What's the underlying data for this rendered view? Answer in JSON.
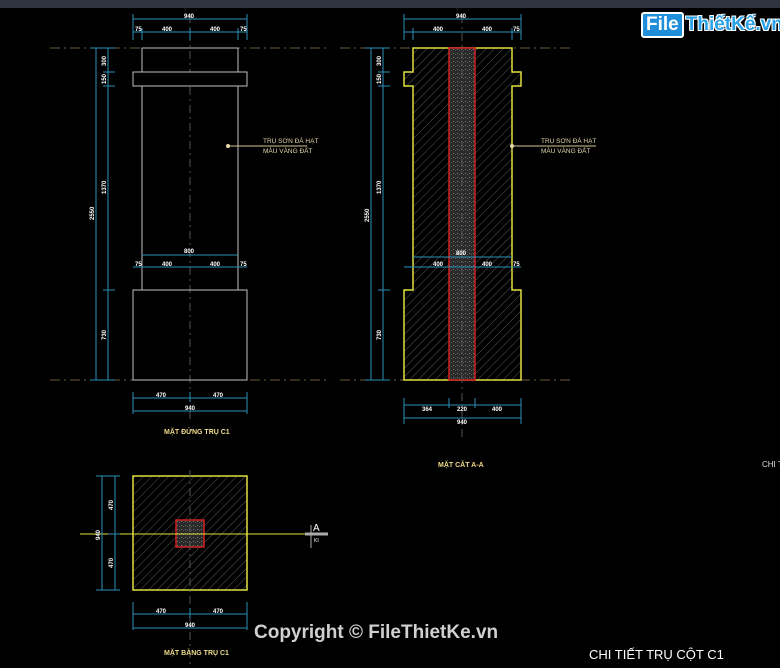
{
  "logo": {
    "box": "File",
    "rest": "ThiếtKế.vn"
  },
  "copyright": "Copyright © FileThietKe.vn",
  "sheet_title": "CHI TIẾT TRỤ CỘT C1",
  "cut_title": "CHI T",
  "note": {
    "line1": "TRỤ SƠN ĐÁ HẠT",
    "line2": "MÀU VÀNG ĐẤT"
  },
  "views": {
    "elevation": {
      "title": "MẶT ĐỨNG TRỤ C1"
    },
    "section": {
      "title": "MẶT CẮT A-A"
    },
    "plan": {
      "title": "MẶT BẰNG TRỤ C1",
      "section_mark": "A",
      "section_ref": "KI"
    }
  },
  "dims": {
    "top_total": "940",
    "top_a": "75",
    "top_b": "400",
    "top_c": "400",
    "top_d": "75",
    "mid_total": "800",
    "mid_a": "75",
    "mid_b": "400",
    "mid_c": "400",
    "mid_d": "75",
    "h_total": "2550",
    "h_a": "300",
    "h_b": "150",
    "h_c": "1370",
    "h_d": "730",
    "base_a": "470",
    "base_b": "470",
    "base_total": "940",
    "sec_a": "364",
    "sec_b": "220",
    "sec_c": "400",
    "sec_total": "940",
    "plan_a": "470",
    "plan_b": "470",
    "plan_total": "940"
  },
  "colors": {
    "dim": "#2f8fb8",
    "outline": "#e0e040",
    "core": "#d42020",
    "lines": "#bfbfbf"
  }
}
